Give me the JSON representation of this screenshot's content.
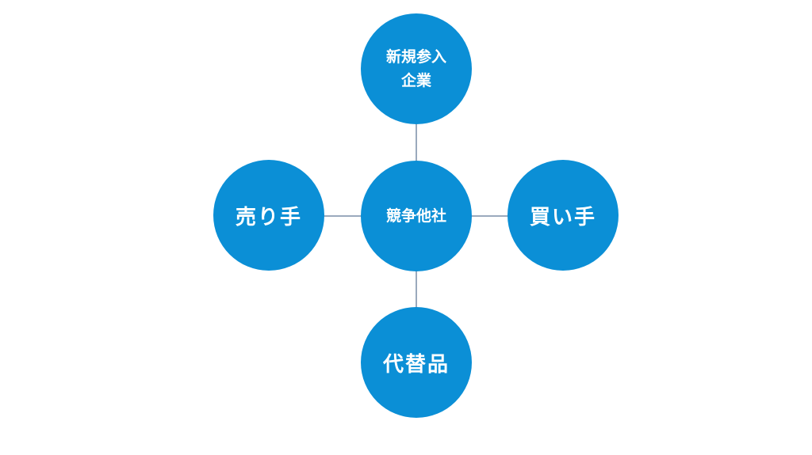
{
  "diagram": {
    "center": {
      "label": "競争他社"
    },
    "top": {
      "line1": "新規参入",
      "line2": "企業"
    },
    "left": {
      "label": "売り手"
    },
    "right": {
      "label": "買い手"
    },
    "bottom": {
      "label": "代替品"
    },
    "colors": {
      "node": "#0b8fd6",
      "connector": "#9aa9bd",
      "text": "#ffffff"
    }
  }
}
